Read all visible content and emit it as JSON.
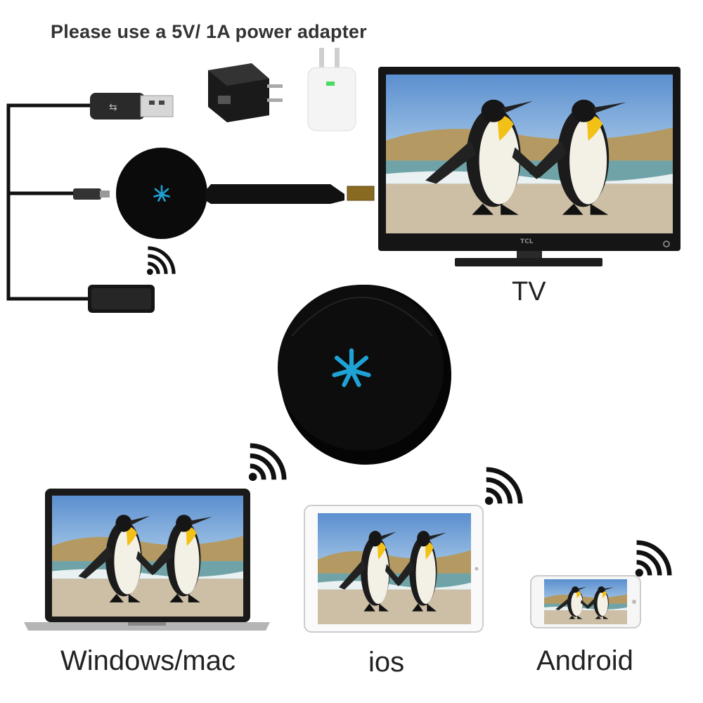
{
  "header": {
    "power_note": "Please use a 5V/ 1A power adapter"
  },
  "tv": {
    "label": "TV",
    "brand": "TCL"
  },
  "devices": {
    "windows_mac": "Windows/mac",
    "ios": "ios",
    "android": "Android"
  },
  "colors": {
    "accent_blue": "#1fa3d6",
    "device_black": "#0b0b0b"
  }
}
